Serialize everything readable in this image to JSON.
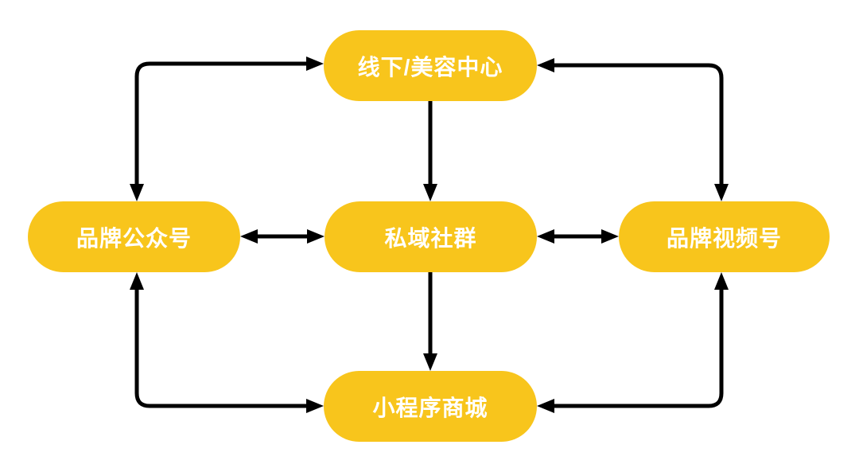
{
  "diagram": {
    "type": "flowchart",
    "nodes": [
      {
        "id": "offline",
        "label": "线下/美容中心"
      },
      {
        "id": "official-account",
        "label": "品牌公众号"
      },
      {
        "id": "private-community",
        "label": "私域社群"
      },
      {
        "id": "video-account",
        "label": "品牌视频号"
      },
      {
        "id": "mini-program-mall",
        "label": "小程序商城"
      }
    ],
    "edges": [
      {
        "from": "official-account",
        "to": "offline",
        "bidirectional": true,
        "shape": "elbow"
      },
      {
        "from": "offline",
        "to": "video-account",
        "bidirectional": true,
        "shape": "elbow"
      },
      {
        "from": "offline",
        "to": "private-community",
        "bidirectional": false,
        "shape": "straight-vertical"
      },
      {
        "from": "official-account",
        "to": "private-community",
        "bidirectional": true,
        "shape": "straight-horizontal"
      },
      {
        "from": "private-community",
        "to": "video-account",
        "bidirectional": true,
        "shape": "straight-horizontal"
      },
      {
        "from": "private-community",
        "to": "mini-program-mall",
        "bidirectional": false,
        "shape": "straight-vertical"
      },
      {
        "from": "official-account",
        "to": "mini-program-mall",
        "bidirectional": true,
        "shape": "elbow"
      },
      {
        "from": "mini-program-mall",
        "to": "video-account",
        "bidirectional": true,
        "shape": "elbow"
      }
    ],
    "colors": {
      "node_fill": "#F8C51C",
      "node_text": "#FFFFFF",
      "arrow": "#000000",
      "background": "#FFFFFF"
    }
  }
}
